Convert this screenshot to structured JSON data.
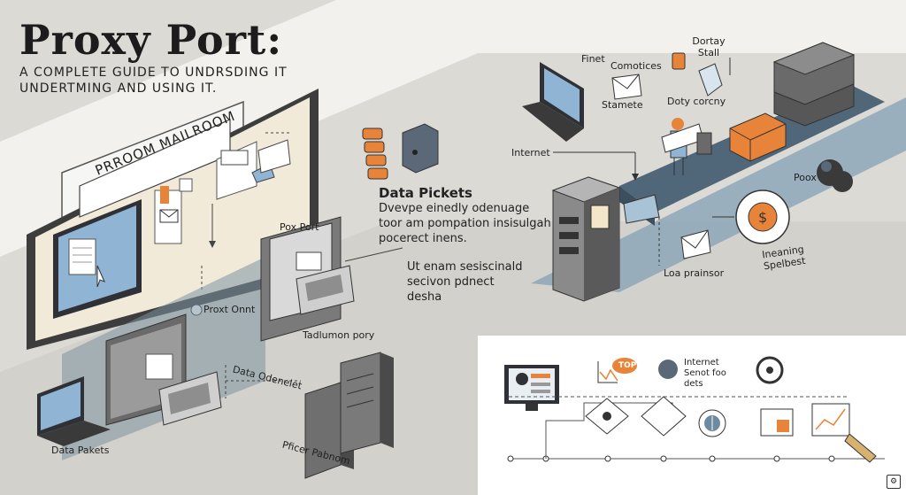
{
  "title": "Proxy Port:",
  "subtitle_line1": "A complete guide to undrsding it",
  "subtitle_line2": "undertming and using it.",
  "mailroom_sign": "PRROOM MAILROOM",
  "labels": {
    "proxy_port_left": "Proxt Onnt",
    "pox_port_machine": "Pox Port",
    "tadlumon": "Tadlumon pory",
    "data_odenelet": "Data Odenelet",
    "data_pakets_bottom": "Data Pakets",
    "pficer_pabnom": "Pficer Pabnom",
    "internet_label": "Internet",
    "finet": "Finet",
    "comotices": "Comotices",
    "stamete": "Stamete",
    "dortay_stall": "Dortay Stall",
    "doty_corcny": "Doty corcny",
    "poox": "Poox",
    "ineaning_spelbest": "Ineaning Spelbest",
    "loa_prainsor": "Loa prainsor",
    "toc_badge": "TOP",
    "internet_senot_foo_dets": "Internet Senot foo dets"
  },
  "data_packets_block": {
    "heading": "Data Pickets",
    "line1": "Dvevpe einedly odenuage",
    "line2": "toor am pompation insisulgah",
    "line3": "pocerect inens."
  },
  "mid_text_block": {
    "line1": "Ut enam sesiscinald",
    "line2": "secivon pdnect",
    "line3": "desha"
  },
  "icons": {
    "corner": "settings-icon"
  },
  "colors": {
    "background": "#dcdad5",
    "accent_orange": "#e8843a",
    "steel_blue": "#6e8aa0",
    "dark_gray": "#3a3a3a",
    "screen_blue": "#8fb4d4"
  }
}
